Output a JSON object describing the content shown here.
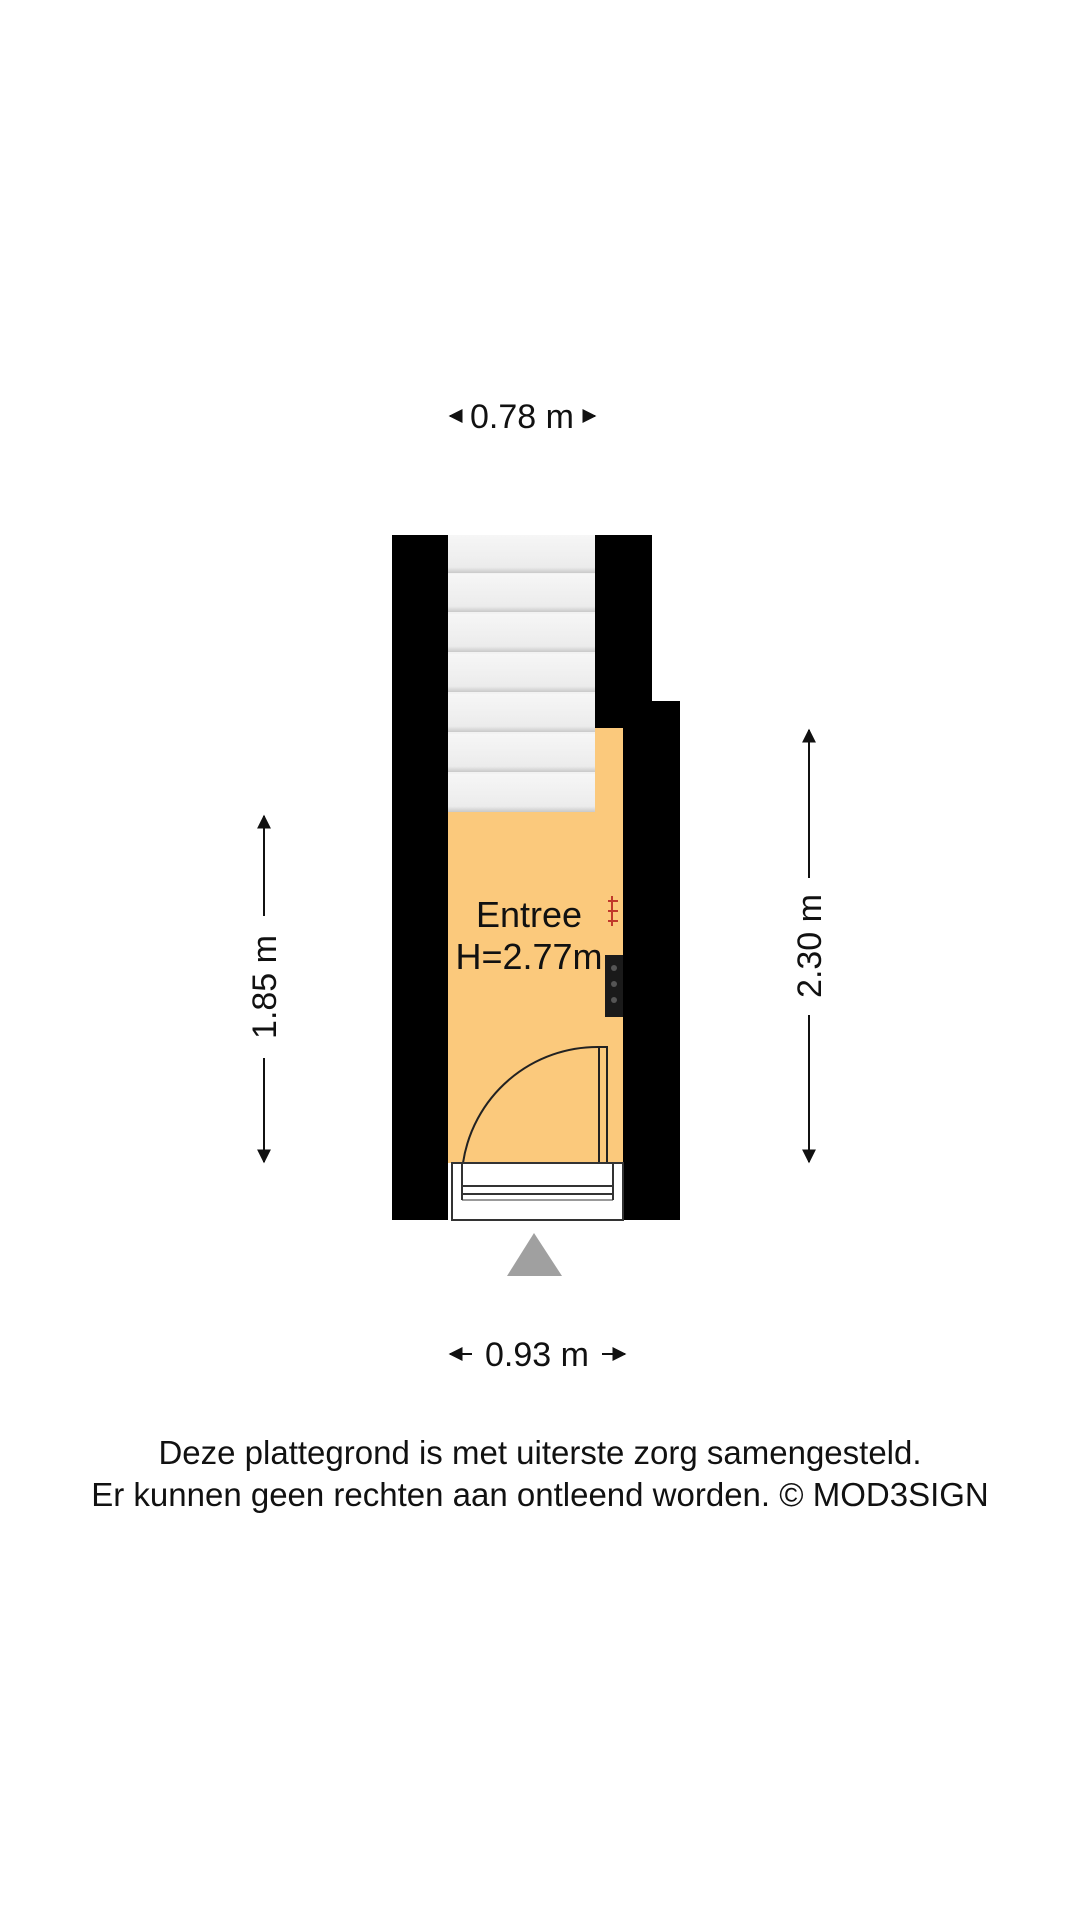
{
  "dimensions": {
    "top_width": "0.78 m",
    "bottom_width": "0.93 m",
    "left_height": "1.85 m",
    "right_height": "2.30 m"
  },
  "room": {
    "name": "Entree",
    "height": "H=2.77m"
  },
  "disclaimer": {
    "line1": "Deze plattegrond is met uiterste zorg samengesteld.",
    "line2": "Er kunnen geen rechten aan ontleend worden. © MOD3SIGN"
  },
  "colors": {
    "wall": "#000000",
    "floor": "#FBC97C",
    "stairs": "#F2F2F2",
    "entrance_marker": "#A0A0A0"
  },
  "icons": [
    "stair-icon",
    "door-swing-icon",
    "entrance-arrow-icon",
    "radiator-icon",
    "meter-box-icon"
  ]
}
